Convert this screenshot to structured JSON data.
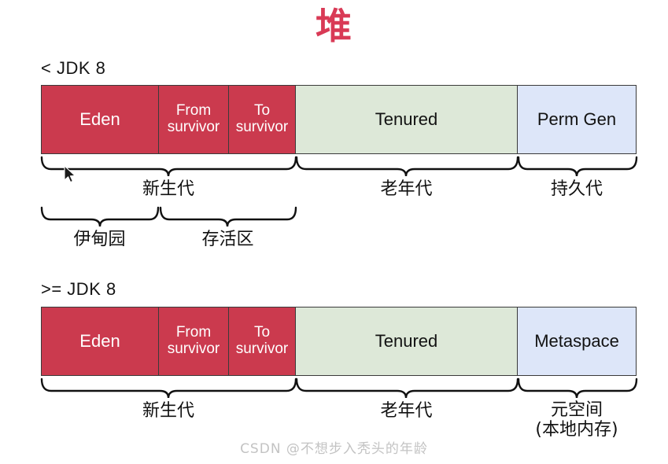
{
  "page": {
    "title": "堆",
    "title_color": "#d93a56",
    "background": "#ffffff",
    "watermark": "CSDN @不想步入秃头的年龄"
  },
  "colors": {
    "young_gen_fill": "#cb3a4e",
    "old_gen_fill": "#dde8d8",
    "perm_gen_fill": "#dde6f9",
    "block_border": "#3a3a3a",
    "text_dark": "#111111",
    "text_light": "#ffffff",
    "watermark_gray": "#c3c3c3"
  },
  "diagrams": [
    {
      "id": "pre-jdk8",
      "version_label": "< JDK 8",
      "blocks": [
        {
          "name": "eden",
          "label": "Eden",
          "fill": "#cb3a4e"
        },
        {
          "name": "from-survivor",
          "label": "From\nsurvivor",
          "line1": "From",
          "line2": "survivor",
          "fill": "#cb3a4e"
        },
        {
          "name": "to-survivor",
          "label": "To\nsurvivor",
          "line1": "To",
          "line2": "survivor",
          "fill": "#cb3a4e"
        },
        {
          "name": "tenured",
          "label": "Tenured",
          "fill": "#dde8d8"
        },
        {
          "name": "perm-gen",
          "label": "Perm Gen",
          "fill": "#dde6f9"
        }
      ],
      "braces_row1": [
        {
          "name": "young-generation",
          "label": "新生代"
        },
        {
          "name": "old-generation",
          "label": "老年代"
        },
        {
          "name": "permanent-generation",
          "label": "持久代"
        }
      ],
      "braces_row2": [
        {
          "name": "eden-area",
          "label": "伊甸园"
        },
        {
          "name": "survivor-area",
          "label": "存活区"
        }
      ]
    },
    {
      "id": "jdk8-plus",
      "version_label": ">= JDK 8",
      "blocks": [
        {
          "name": "eden",
          "label": "Eden",
          "fill": "#cb3a4e"
        },
        {
          "name": "from-survivor",
          "label": "From\nsurvivor",
          "line1": "From",
          "line2": "survivor",
          "fill": "#cb3a4e"
        },
        {
          "name": "to-survivor",
          "label": "To\nsurvivor",
          "line1": "To",
          "line2": "survivor",
          "fill": "#cb3a4e"
        },
        {
          "name": "tenured",
          "label": "Tenured",
          "fill": "#dde8d8"
        },
        {
          "name": "metaspace",
          "label": "Metaspace",
          "fill": "#dde6f9"
        }
      ],
      "braces_row1": [
        {
          "name": "young-generation",
          "label": "新生代"
        },
        {
          "name": "old-generation",
          "label": "老年代"
        },
        {
          "name": "metaspace-area",
          "label": "元空间",
          "label_line2": "(本地内存)"
        }
      ]
    }
  ]
}
